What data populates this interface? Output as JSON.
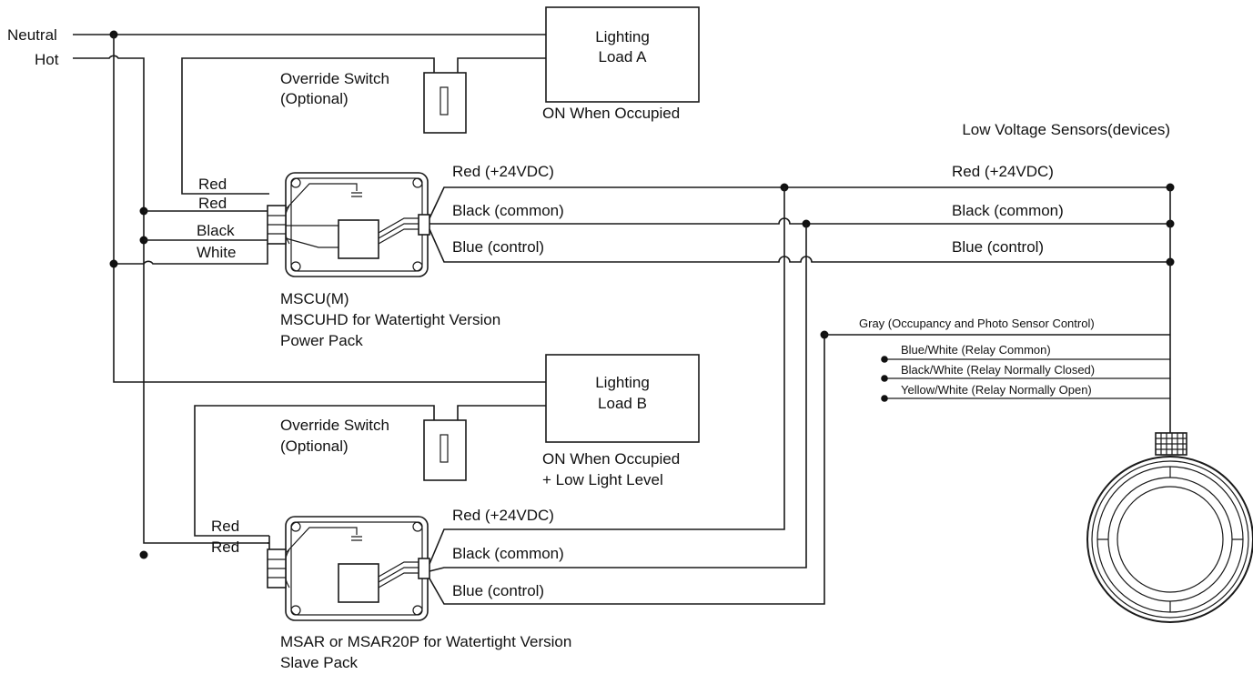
{
  "supply": {
    "neutral": "Neutral",
    "hot": "Hot"
  },
  "load_a": {
    "line1": "Lighting",
    "line2": "Load A",
    "caption": "ON When Occupied"
  },
  "load_b": {
    "line1": "Lighting",
    "line2": "Load B",
    "caption1": "ON When Occupied",
    "caption2": "+ Low Light Level"
  },
  "override_a": {
    "line1": "Override Switch",
    "line2": "(Optional)"
  },
  "override_b": {
    "line1": "Override Switch",
    "line2": "(Optional)"
  },
  "power_pack": {
    "wires": [
      "Red",
      "Red",
      "Black",
      "White"
    ],
    "title": "MSCU(M)",
    "subtitle": "MSCUHD for Watertight Version",
    "caption": "Power Pack"
  },
  "slave_pack": {
    "wires": [
      "Red",
      "Red"
    ],
    "title": "MSAR or MSAR20P for Watertight Version",
    "caption": "Slave Pack"
  },
  "low_voltage": {
    "red": "Red (+24VDC)",
    "black": "Black (common)",
    "blue": "Blue (control)"
  },
  "sensors": {
    "heading": "Low Voltage Sensors(devices)",
    "red": "Red (+24VDC)",
    "black": "Black (common)",
    "blue": "Blue (control)",
    "gray": "Gray (Occupancy and Photo Sensor Control)",
    "relay_common": "Blue/White (Relay Common)",
    "relay_nc": "Black/White (Relay Normally Closed)",
    "relay_no": "Yellow/White (Relay Normally Open)"
  }
}
